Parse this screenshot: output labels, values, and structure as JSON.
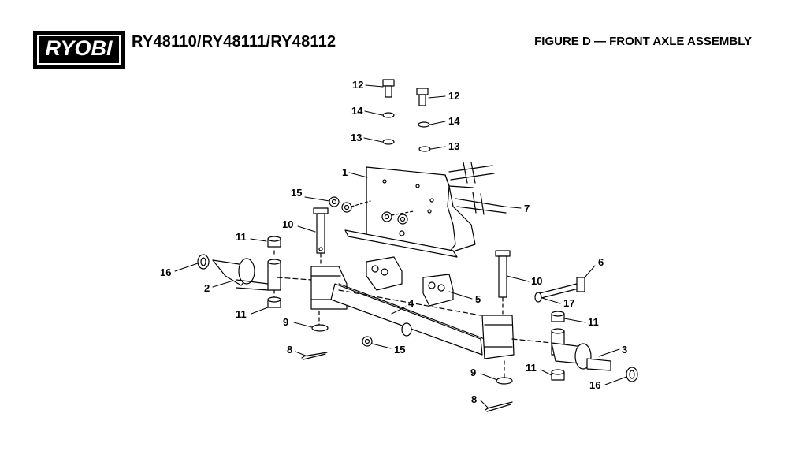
{
  "header": {
    "brand": "RYOBI",
    "models": "RY48110/RY48111/RY48112",
    "figure_title": "FIGURE D — FRONT AXLE ASSEMBLY"
  },
  "callouts": {
    "c12a": "12",
    "c12b": "12",
    "c14a": "14",
    "c14b": "14",
    "c13a": "13",
    "c13b": "13",
    "c1": "1",
    "c15a": "15",
    "c7": "7",
    "c10a": "10",
    "c11a": "11",
    "c16a": "16",
    "c2": "2",
    "c5": "5",
    "c4": "4",
    "c6": "6",
    "c10b": "10",
    "c17": "17",
    "c11b": "11",
    "c9a": "9",
    "c8a": "8",
    "c15b": "15",
    "c11c": "11",
    "c3": "3",
    "c11d": "11",
    "c16b": "16",
    "c9b": "9",
    "c8b": "8"
  }
}
